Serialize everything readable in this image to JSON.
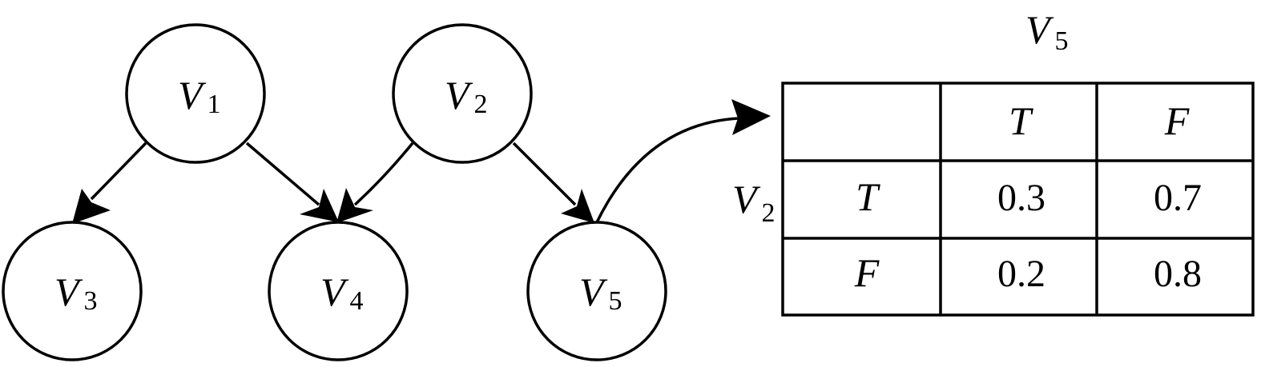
{
  "nodes": [
    {
      "id": "v1",
      "name": "V",
      "sub": "1"
    },
    {
      "id": "v2",
      "name": "V",
      "sub": "2"
    },
    {
      "id": "v3",
      "name": "V",
      "sub": "3"
    },
    {
      "id": "v4",
      "name": "V",
      "sub": "4"
    },
    {
      "id": "v5",
      "name": "V",
      "sub": "5"
    }
  ],
  "edges": [
    {
      "from": "v1",
      "to": "v3"
    },
    {
      "from": "v1",
      "to": "v4"
    },
    {
      "from": "v2",
      "to": "v4"
    },
    {
      "from": "v2",
      "to": "v5"
    }
  ],
  "cpt": {
    "child": {
      "name": "V",
      "sub": "5"
    },
    "parent": {
      "name": "V",
      "sub": "2"
    },
    "column_states": [
      "T",
      "F"
    ],
    "rows": [
      {
        "state": "T",
        "values": [
          "0.3",
          "0.7"
        ]
      },
      {
        "state": "F",
        "values": [
          "0.2",
          "0.8"
        ]
      }
    ]
  }
}
